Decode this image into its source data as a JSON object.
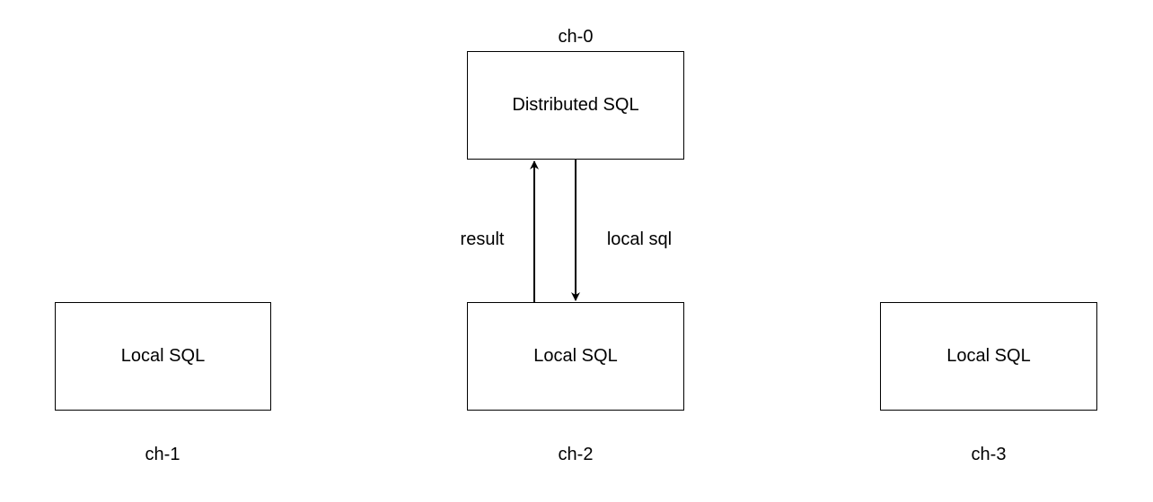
{
  "diagram": {
    "nodes": {
      "coordinator": {
        "name": "ch-0",
        "text": "Distributed SQL"
      },
      "shard1": {
        "name": "ch-1",
        "text": "Local SQL"
      },
      "shard2": {
        "name": "ch-2",
        "text": "Local SQL"
      },
      "shard3": {
        "name": "ch-3",
        "text": "Local SQL"
      }
    },
    "edges": {
      "down": {
        "label": "local sql",
        "from": "ch-0",
        "to": "ch-2"
      },
      "up": {
        "label": "result",
        "from": "ch-2",
        "to": "ch-0"
      }
    },
    "colors": {
      "stroke": "#000000",
      "fill": "#ffffff",
      "text": "#000000"
    }
  }
}
